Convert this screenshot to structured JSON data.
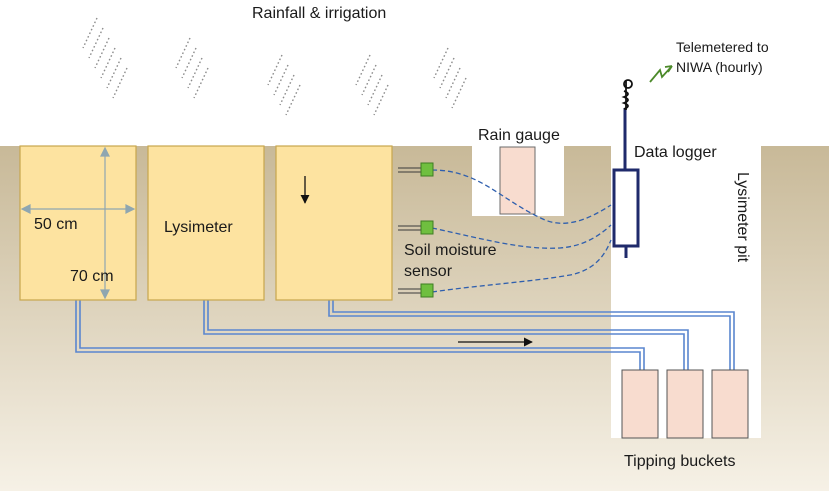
{
  "labels": {
    "rainfall": "Rainfall & irrigation",
    "telemetered_line1": "Telemetered to",
    "telemetered_line2": "NIWA (hourly)",
    "rain_gauge": "Rain gauge",
    "data_logger": "Data logger",
    "lysimeter": "Lysimeter",
    "width": "50 cm",
    "depth": "70 cm",
    "soil_moisture_line1": "Soil moisture",
    "soil_moisture_line2": "sensor",
    "lysimeter_pit": "Lysimeter pit",
    "tipping_buckets": "Tipping buckets"
  },
  "colors": {
    "soil_top": "#c8b998",
    "soil_bottom": "#f4eee0",
    "lysimeter_fill": "#fde3a0",
    "lysimeter_stroke": "#c7a64e",
    "bucket_fill": "#f8dccf",
    "pipe": "#4f7ec9",
    "logger": "#1f2a6b",
    "sensor": "#6fbf3f",
    "rain": "#888888"
  }
}
